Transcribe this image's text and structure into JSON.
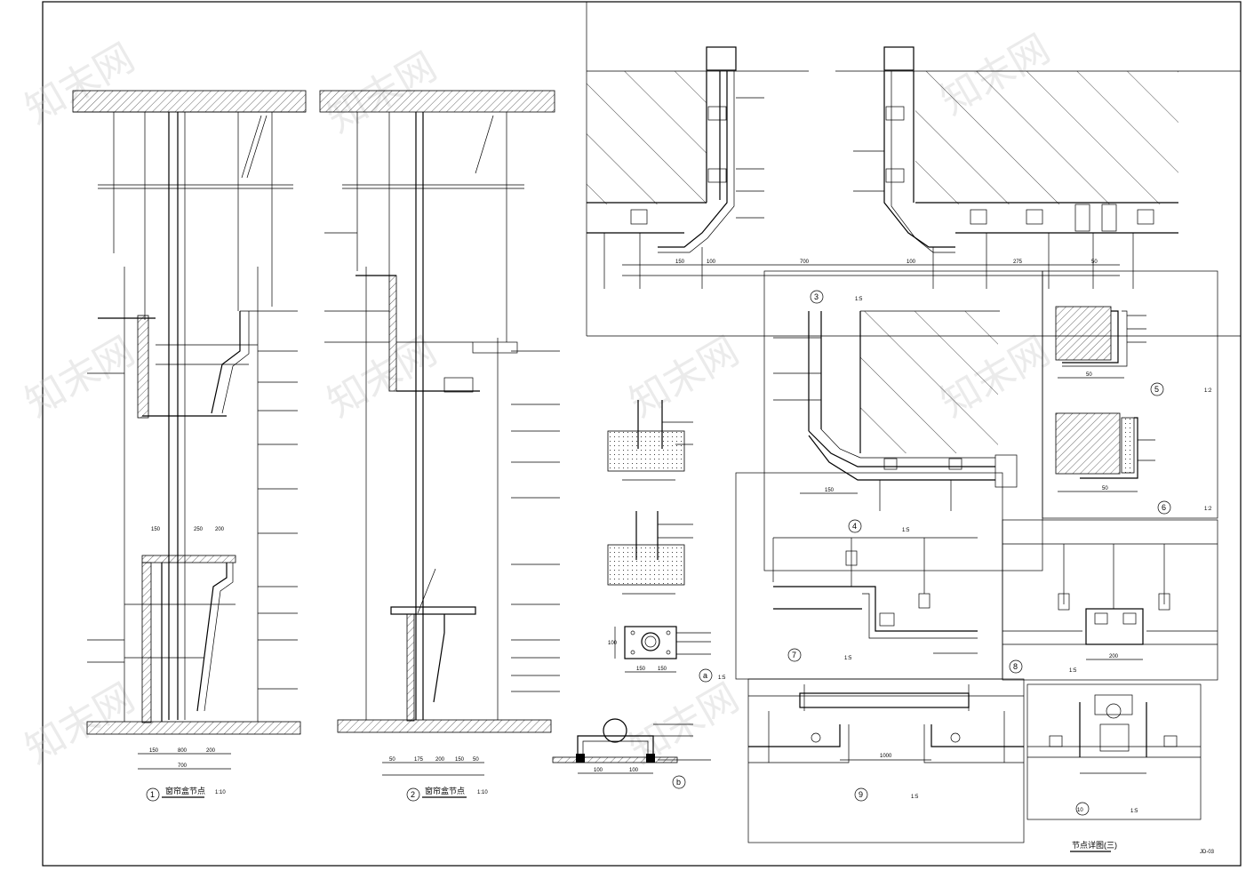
{
  "sheet": {
    "drawing_number": "JD-03",
    "sheet_title": "节点详图(三)"
  },
  "details": [
    {
      "id": "1",
      "title": "窗帘盒节点",
      "scale": "1:10"
    },
    {
      "id": "2",
      "title": "窗帘盒节点",
      "scale": "1:10"
    },
    {
      "id": "3",
      "title": "",
      "scale": "1:5"
    },
    {
      "id": "4",
      "title": "",
      "scale": "1:5"
    },
    {
      "id": "5",
      "title": "",
      "scale": "1:2"
    },
    {
      "id": "6",
      "title": "",
      "scale": "1:2"
    },
    {
      "id": "7",
      "title": "",
      "scale": "1:5"
    },
    {
      "id": "8",
      "title": "",
      "scale": "1:5"
    },
    {
      "id": "9",
      "title": "",
      "scale": "1:5"
    },
    {
      "id": "10",
      "title": "",
      "scale": "1:5"
    },
    {
      "id": "a",
      "title": "",
      "scale": "1:5"
    },
    {
      "id": "b",
      "title": "",
      "scale": ""
    }
  ],
  "dimensions": {
    "d1_bottom": [
      "150",
      "800",
      "200",
      "700"
    ],
    "d1_mid": [
      "150",
      "250",
      "200"
    ],
    "d2_bottom": [
      "50",
      "175",
      "200",
      "150",
      "50"
    ],
    "top_left": [
      "150",
      "100"
    ],
    "top_center": [
      "700"
    ],
    "top_right": [
      "100",
      "275",
      "50"
    ],
    "detail4": [
      "150"
    ],
    "detail5": [
      "50"
    ],
    "detail6": [
      "50"
    ],
    "detail8": [
      "200"
    ],
    "detail9": [
      "1000"
    ],
    "detail_a": [
      "150",
      "150",
      "100"
    ],
    "detail_b": [
      "100",
      "100"
    ]
  }
}
